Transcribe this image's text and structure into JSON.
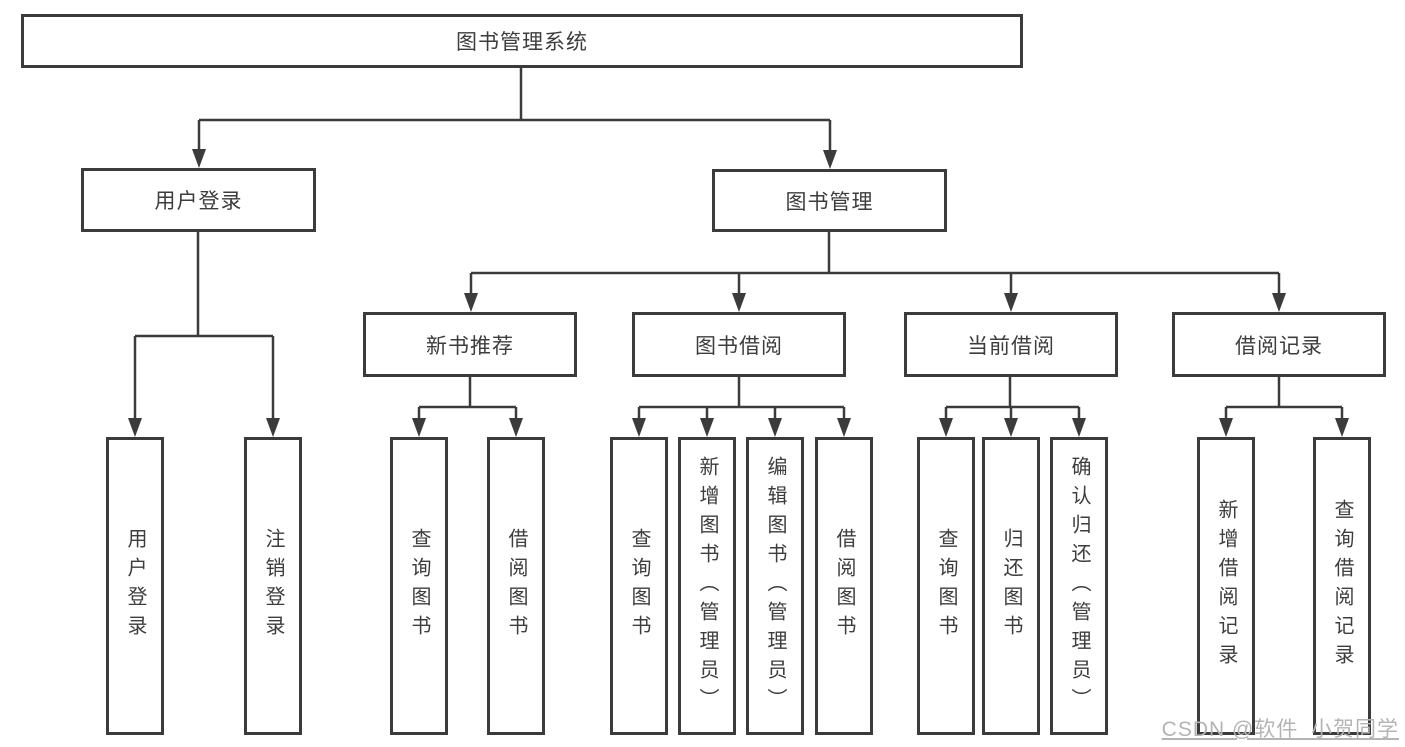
{
  "diagram": {
    "root": {
      "label": "图书管理系统",
      "children": [
        {
          "label": "用户登录",
          "children": [
            {
              "label": "用户登录"
            },
            {
              "label": "注销登录"
            }
          ]
        },
        {
          "label": "图书管理",
          "children": [
            {
              "label": "新书推荐",
              "children": [
                {
                  "label": "查询图书"
                },
                {
                  "label": "借阅图书"
                }
              ]
            },
            {
              "label": "图书借阅",
              "children": [
                {
                  "label": "查询图书"
                },
                {
                  "label": "新增图书（管理员）"
                },
                {
                  "label": "编辑图书（管理员）"
                },
                {
                  "label": "借阅图书"
                }
              ]
            },
            {
              "label": "当前借阅",
              "children": [
                {
                  "label": "查询图书"
                },
                {
                  "label": "归还图书"
                },
                {
                  "label": "确认归还（管理员）"
                }
              ]
            },
            {
              "label": "借阅记录",
              "children": [
                {
                  "label": "新增借阅记录"
                },
                {
                  "label": "查询借阅记录"
                }
              ]
            }
          ]
        }
      ]
    }
  },
  "colors": {
    "line": "#3b3b3b",
    "text": "#3d3d3d",
    "watermark": "#b4b4b4"
  },
  "watermark": "CSDN @软件_小贺同学"
}
